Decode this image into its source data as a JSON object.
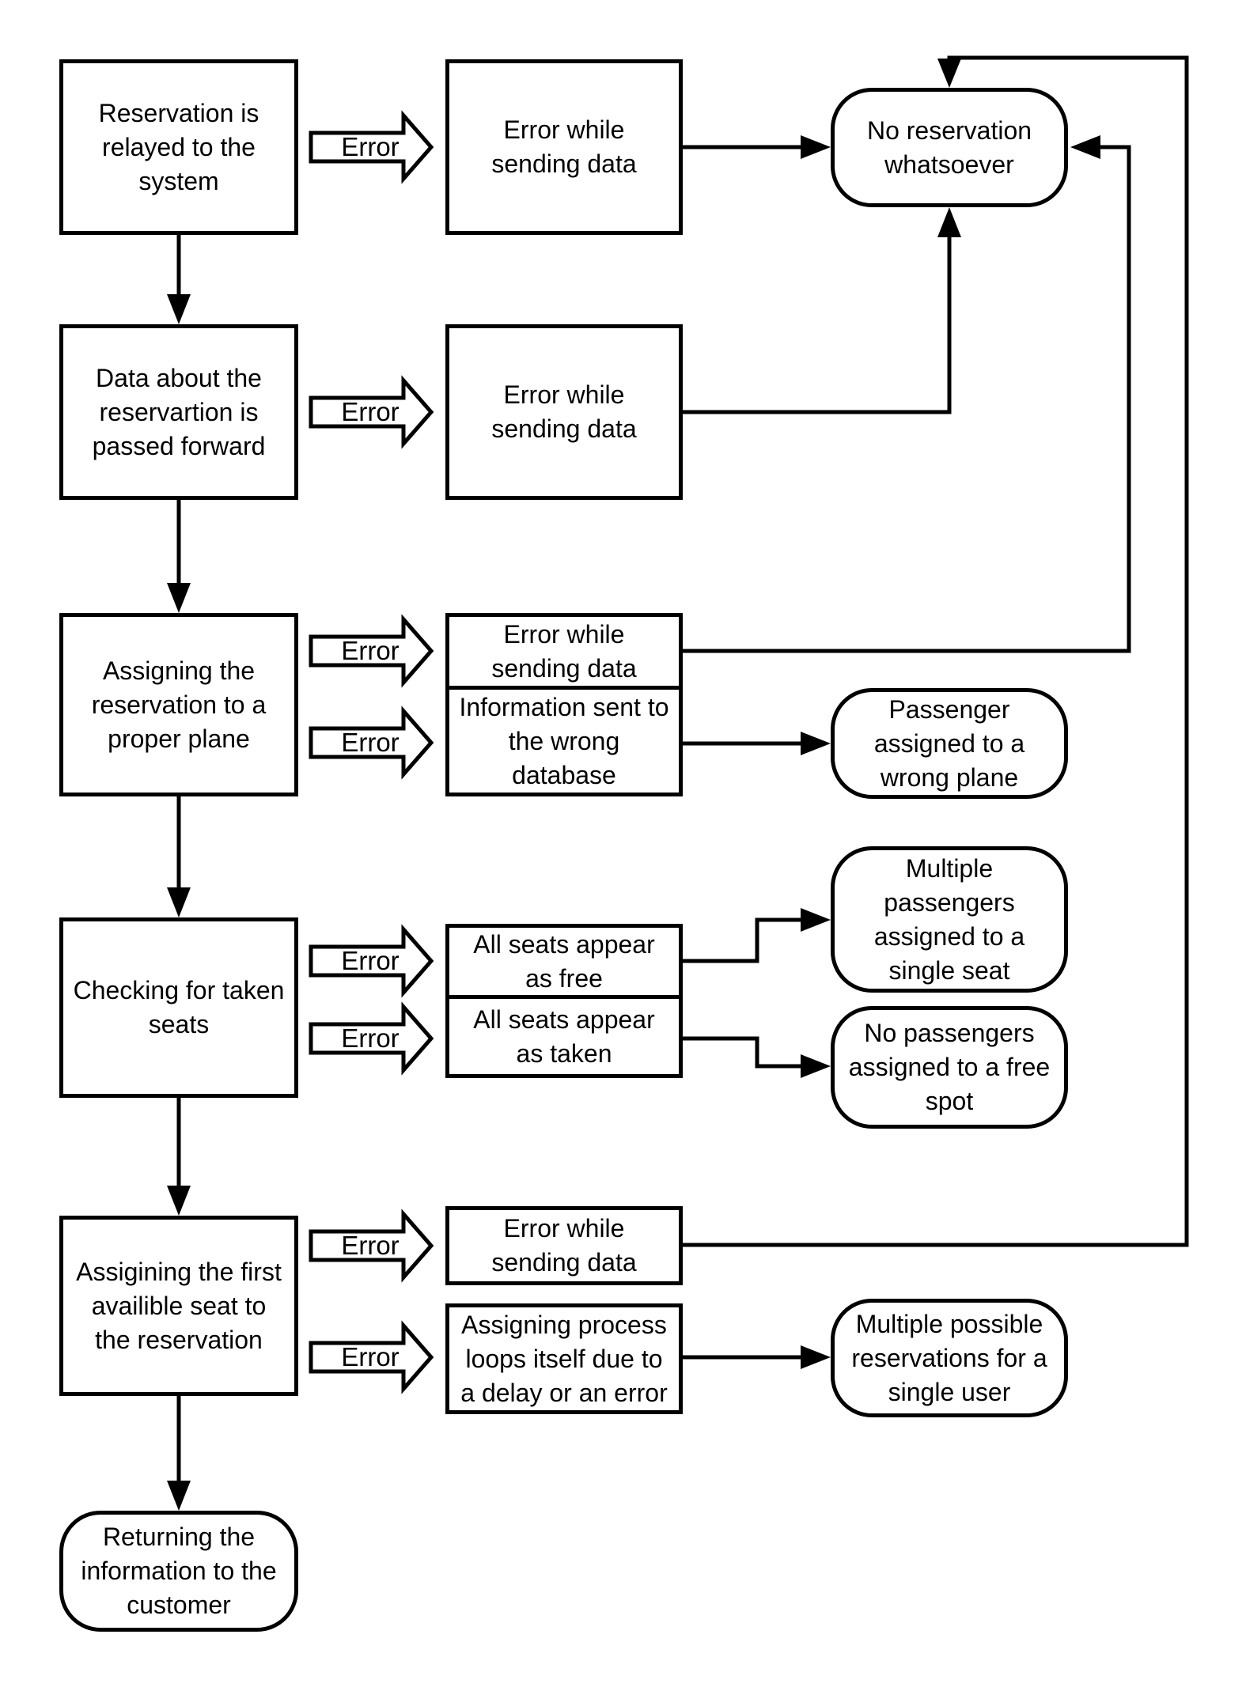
{
  "flowchart": {
    "error_label": "Error",
    "steps": {
      "relay": "Reservation is\nrelayed to the\nsystem",
      "pass_forward": "Data about the\nreservartion is\npassed forward",
      "assign_plane": "Assigning the\nreservation to a\nproper plane",
      "check_seats": "Checking for taken\nseats",
      "assign_seat": "Assigining the first\navailible seat to\nthe reservation",
      "return_info": "Returning the\ninformation to the\ncustomer"
    },
    "errors": {
      "send_error_1": "Error while\nsending data",
      "send_error_2": "Error while\nsending data",
      "send_error_3": "Error while\nsending data",
      "wrong_database": "Information sent to\nthe wrong\ndatabase",
      "seats_free": "All seats appear\nas free",
      "seats_taken": "All seats appear\nas taken",
      "send_error_4": "Error while\nsending data",
      "assign_loop": "Assigning process\nloops itself due to\na delay or an error"
    },
    "outcomes": {
      "no_reservation": "No reservation\nwhatsoever",
      "wrong_plane": "Passenger\nassigned to a\nwrong plane",
      "multiple_passengers": "Multiple\npassengers\nassigned to a\nsingle seat",
      "no_passengers": "No passengers\nassigned to a free\nspot",
      "multiple_reservations": "Multiple possible\nreservations for a\nsingle user"
    }
  }
}
